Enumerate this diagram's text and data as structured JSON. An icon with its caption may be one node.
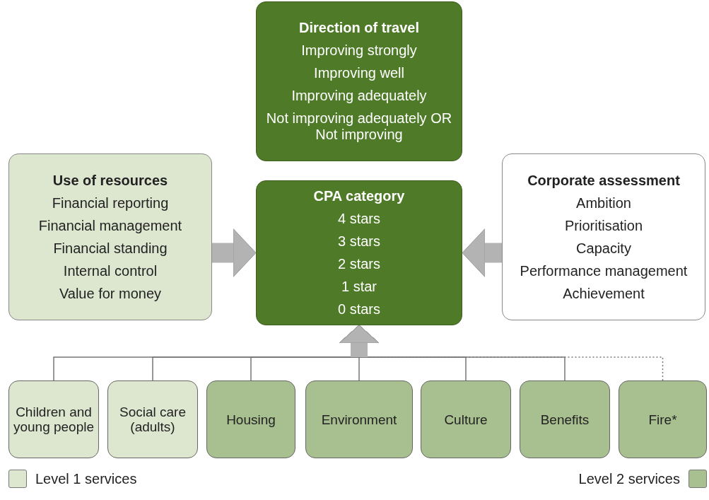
{
  "diagram": {
    "nodes": [
      {
        "text": [
          "Direction of travel",
          "Improving strongly",
          "Improving well",
          "Improving adequately",
          "Not improving adequately OR Not improving"
        ]
      },
      {
        "text": [
          "Use of resources",
          "Financial reporting",
          "Financial management",
          "Financial standing",
          "Internal control",
          "Value for money"
        ]
      },
      {
        "text": [
          "CPA category",
          "4 stars",
          "3 stars",
          "2 stars",
          "1 star",
          "0 stars"
        ]
      },
      {
        "text": [
          "Corporate assessment",
          "Ambition",
          "Prioritisation",
          "Capacity",
          "Performance management",
          "Achievement"
        ]
      },
      {
        "text": [
          "Children and young people"
        ]
      },
      {
        "text": [
          "Social care (adults)"
        ]
      },
      {
        "text": [
          "Housing"
        ]
      },
      {
        "text": [
          "Environment"
        ]
      },
      {
        "text": [
          "Culture"
        ]
      },
      {
        "text": [
          "Benefits"
        ]
      },
      {
        "text": [
          "Fire*"
        ]
      }
    ],
    "edges": [
      {
        "from": 1,
        "to": 2,
        "arrow": "to",
        "style": "thick"
      },
      {
        "from": 3,
        "to": 2,
        "arrow": "to",
        "style": "thick"
      },
      {
        "from": 4,
        "to": 2,
        "arrow": "to"
      },
      {
        "from": 5,
        "to": 2,
        "arrow": "to"
      },
      {
        "from": 6,
        "to": 2,
        "arrow": "to"
      },
      {
        "from": 7,
        "to": 2,
        "arrow": "to"
      },
      {
        "from": 8,
        "to": 2,
        "arrow": "to"
      },
      {
        "from": 9,
        "to": 2,
        "arrow": "to"
      },
      {
        "from": 10,
        "to": 2,
        "arrow": "to",
        "style": "dashed"
      }
    ],
    "legend": [
      {
        "text": "Level 1 services",
        "color": "#dde6cf"
      },
      {
        "text": "Level 2 services",
        "color": "#a8bf8f"
      }
    ]
  }
}
